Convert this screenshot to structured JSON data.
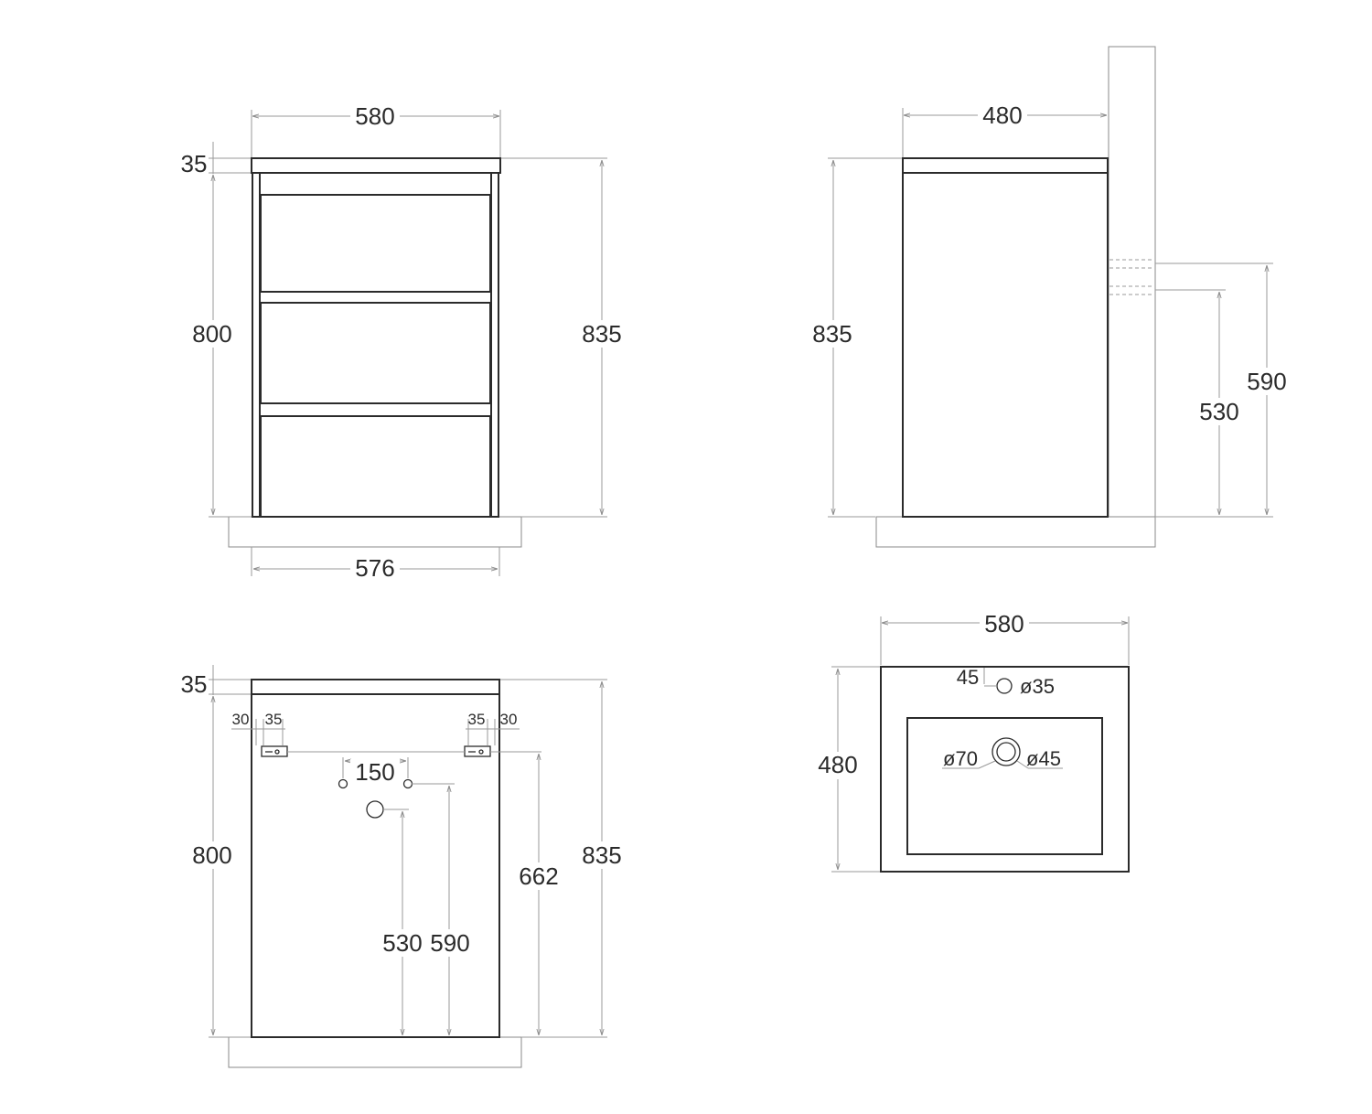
{
  "front_view": {
    "top_width": "580",
    "top_thickness": "35",
    "body_height": "800",
    "total_height": "835",
    "bottom_width": "576"
  },
  "side_view": {
    "depth": "480",
    "total_height": "835",
    "pipe_upper_height": "590",
    "pipe_lower_height": "530"
  },
  "back_view": {
    "top_thickness": "35",
    "left_offset_a": "30",
    "left_offset_b": "35",
    "right_offset_b": "35",
    "right_offset_a": "30",
    "pipe_spacing": "150",
    "body_height": "800",
    "total_height": "835",
    "bracket_height": "662",
    "drain_height": "530",
    "pipe_height": "590"
  },
  "top_view": {
    "width": "580",
    "depth": "480",
    "tap_offset": "45",
    "tap_hole": "ø35",
    "drain_outer": "ø70",
    "drain_inner": "ø45"
  }
}
